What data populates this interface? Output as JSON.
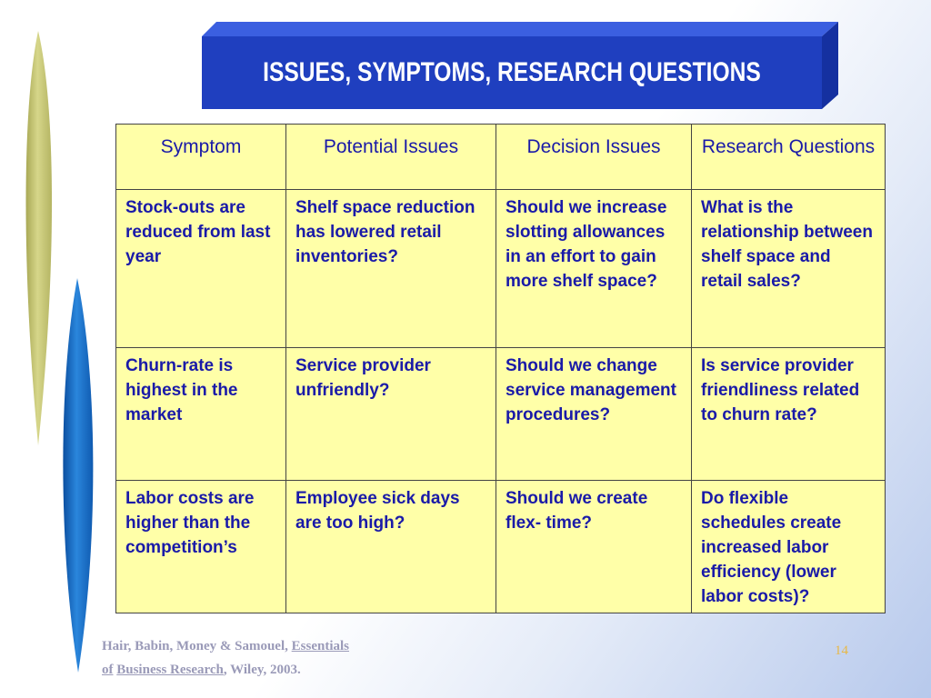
{
  "title": "ISSUES, SYMPTOMS, RESEARCH QUESTIONS",
  "table": {
    "headers": [
      "Symptom",
      "Potential Issues",
      "Decision Issues",
      "Research Questions"
    ],
    "rows": [
      [
        "Stock-outs are reduced from last year",
        "Shelf space reduction has lowered retail inventories?",
        "Should we increase slotting allowances in an effort to gain more shelf space?",
        "What is the relationship between shelf space and retail sales?"
      ],
      [
        "Churn-rate is highest in the market",
        "Service provider unfriendly?",
        "Should we change service management procedures?",
        "Is service provider friendliness related to churn rate?"
      ],
      [
        "Labor costs are higher than the competition’s",
        "Employee sick days are too high?",
        "Should we create flex- time?",
        "Do flexible schedules create increased labor efficiency (lower labor costs)?"
      ]
    ]
  },
  "footer": {
    "authors": "Hair, Babin, Money & Samouel, ",
    "book_part1": "Essentials",
    "book_part2a": "of",
    "book_part2b": "Business Research",
    "rest": ", Wiley, 2003."
  },
  "page_number": "14",
  "colors": {
    "title_box": "#1f3fbf",
    "table_bg": "#ffffa8",
    "table_text": "#1a1aa8",
    "olive_leaf": "#c7c777",
    "blue_leaf": "#1a6fc8"
  }
}
